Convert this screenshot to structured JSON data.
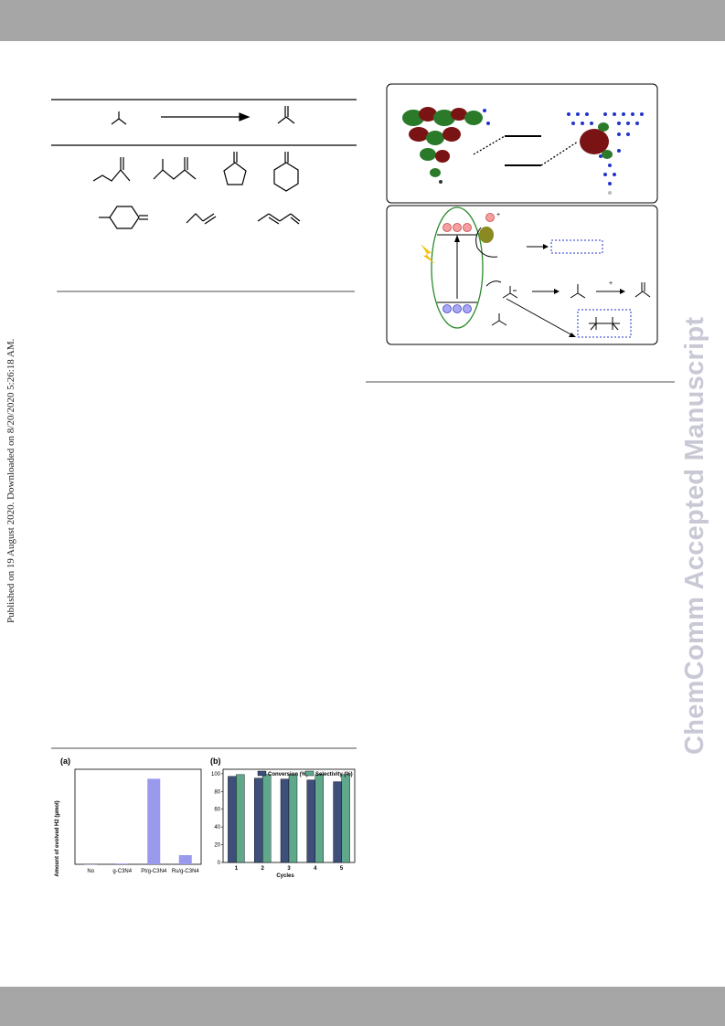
{
  "page": {
    "watermark": "ChemComm Accepted Manuscript",
    "published_note": "Published on 19 August 2020. Downloaded on 8/20/2020 5:26:18 AM."
  },
  "figure_charge": {
    "plus_1": "+",
    "plus_2": "+"
  },
  "chart_data": [
    {
      "type": "bar",
      "panel_label": "(a)",
      "categories": [
        "No",
        "g-C3N4",
        "Pt/g-C3N4",
        "Ru/g-C3N4"
      ],
      "values": [
        0,
        2,
        225,
        24
      ],
      "ylabel": "Amount of evolved H2 (μmol)",
      "xlabel": "",
      "ylim": [
        0,
        250
      ],
      "bar_color": "#9999ee",
      "grid": false
    },
    {
      "type": "bar",
      "panel_label": "(b)",
      "categories": [
        "1",
        "2",
        "3",
        "4",
        "5"
      ],
      "xlabel": "Cycles",
      "ylabel": "",
      "ylim": [
        0,
        105
      ],
      "yticks": [
        0,
        20,
        40,
        60,
        80,
        100
      ],
      "legend": "top-right",
      "grid": false,
      "series": [
        {
          "name": "Conversion (%)",
          "values": [
            97,
            95,
            94,
            93,
            91
          ],
          "color": "#3d4f7a"
        },
        {
          "name": "Selectivity (%)",
          "values": [
            99,
            99,
            99,
            99,
            99
          ],
          "color": "#5fa88c"
        }
      ]
    }
  ]
}
